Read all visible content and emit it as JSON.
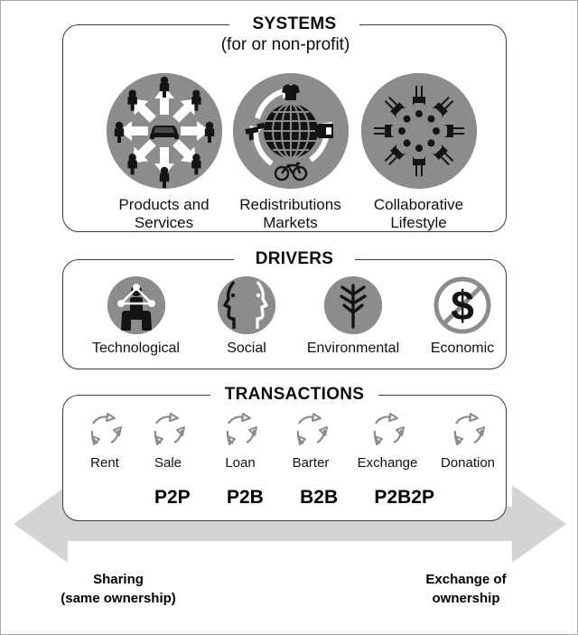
{
  "diagram": {
    "sections": [
      {
        "id": "systems",
        "title": "SYSTEMS",
        "subtitle": "(for or non-profit)",
        "items": [
          {
            "label": "Products and\nServices",
            "icon": "products-and-services-icon"
          },
          {
            "label": "Redistributions\nMarkets",
            "icon": "redistribution-markets-icon"
          },
          {
            "label": "Collaborative\nLifestyle",
            "icon": "collaborative-lifestyle-icon"
          }
        ]
      },
      {
        "id": "drivers",
        "title": "DRIVERS",
        "subtitle": "",
        "items": [
          {
            "label": "Technological",
            "icon": "technological-network-icon"
          },
          {
            "label": "Social",
            "icon": "two-faces-icon"
          },
          {
            "label": "Environmental",
            "icon": "tree-icon"
          },
          {
            "label": "Economic",
            "icon": "no-money-icon"
          }
        ]
      },
      {
        "id": "transactions",
        "title": "TRANSACTIONS",
        "subtitle": "",
        "items": [
          {
            "label": "Rent",
            "icon": "cycle-arrows-icon"
          },
          {
            "label": "Sale",
            "icon": "cycle-arrows-icon"
          },
          {
            "label": "Loan",
            "icon": "cycle-arrows-icon"
          },
          {
            "label": "Barter",
            "icon": "cycle-arrows-icon"
          },
          {
            "label": "Exchange",
            "icon": "cycle-arrows-icon"
          },
          {
            "label": "Donation",
            "icon": "cycle-arrows-icon"
          }
        ]
      }
    ],
    "relationship_models": [
      "P2P",
      "P2B",
      "B2B",
      "P2B2P"
    ],
    "spectrum": {
      "left_label": "Sharing\n(same ownership)",
      "right_label": "Exchange of\nownership",
      "arrow": "double-headed-horizontal-arrow"
    },
    "colors": {
      "disc_gray": "#8c8c8c",
      "icon_black": "#141414",
      "arrow_gray": "#d4d4d4",
      "box_border": "#3a3a3a",
      "page_border": "#a8a8a8"
    }
  }
}
